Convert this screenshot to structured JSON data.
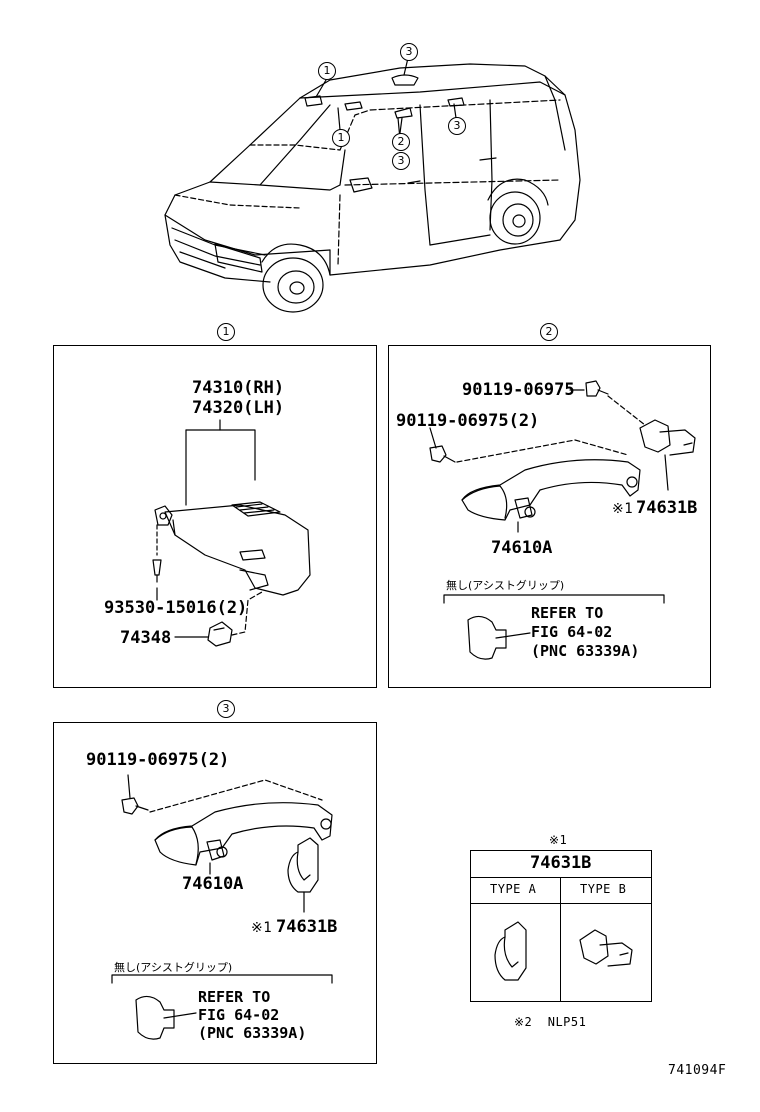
{
  "vehicle_callouts": [
    "1",
    "1",
    "3",
    "2",
    "3",
    "3"
  ],
  "panel1": {
    "label": "1",
    "part_a": "74310(RH)",
    "part_b": "74320(LH)",
    "screw": "93530-15016(2)",
    "clip": "74348"
  },
  "panel2": {
    "label": "2",
    "bolt_top": "90119-06975",
    "bolt_left": "90119-06975(2)",
    "note_mark": "※1",
    "bracket": "74631B",
    "grip": "74610A",
    "variant_note": "無し(アシストグリップ)",
    "refer": [
      "REFER TO",
      "FIG 64-02",
      "(PNC 63339A)"
    ]
  },
  "panel3": {
    "label": "3",
    "bolt": "90119-06975(2)",
    "grip": "74610A",
    "note_mark": "※1",
    "bracket": "74631B",
    "variant_note": "無し(アシストグリップ)",
    "refer": [
      "REFER TO",
      "FIG 64-02",
      "(PNC 63339A)"
    ]
  },
  "legend": {
    "mark": "※1",
    "part": "74631B",
    "type_a": "TYPE A",
    "type_b": "TYPE B"
  },
  "footnote": "※2  NLP51",
  "figure_code": "741094F"
}
